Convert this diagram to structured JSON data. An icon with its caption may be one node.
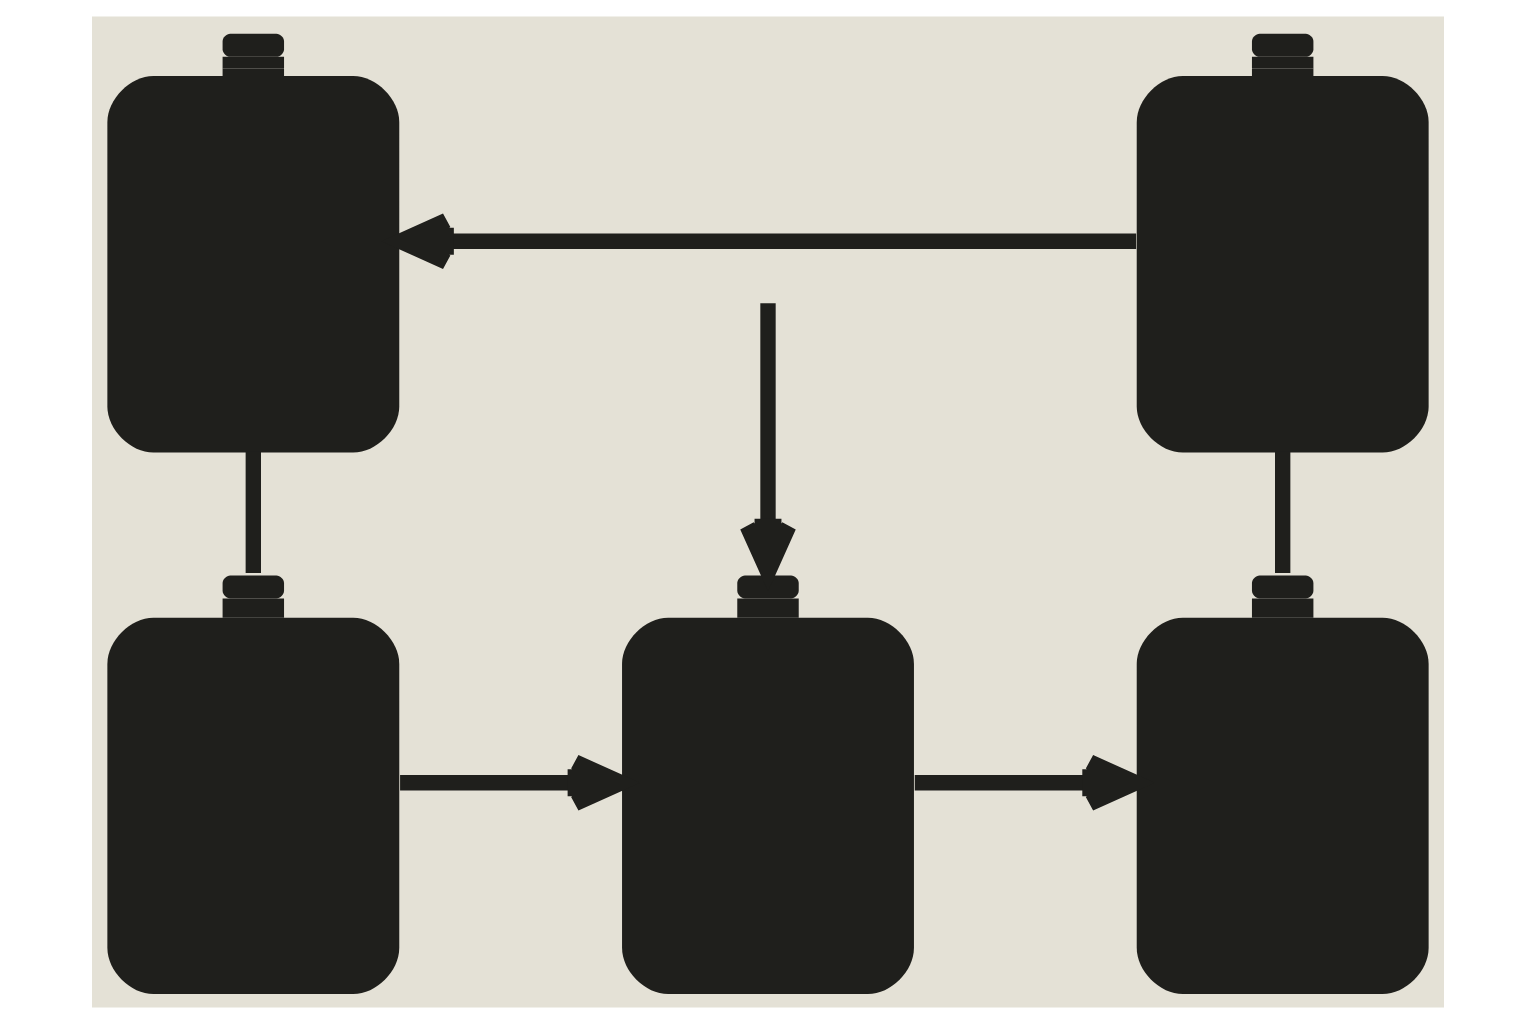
{
  "diagram": {
    "nodes": [
      {
        "text": [],
        "shape": "clipboard"
      },
      {
        "text": [],
        "shape": "clipboard"
      },
      {
        "text": [],
        "shape": "clipboard"
      },
      {
        "text": [],
        "shape": "clipboard"
      },
      {
        "text": [],
        "shape": "clipboard"
      }
    ],
    "edges": [
      {
        "from": 1,
        "to": 0,
        "arrow": "to"
      },
      {
        "from": null,
        "to": 3,
        "arrow": "to"
      },
      {
        "from": 0,
        "to": 2,
        "arrow": "none"
      },
      {
        "from": 1,
        "to": 4,
        "arrow": "none"
      },
      {
        "from": 2,
        "to": 3,
        "arrow": "to"
      },
      {
        "from": 3,
        "to": 4,
        "arrow": "to"
      }
    ]
  }
}
